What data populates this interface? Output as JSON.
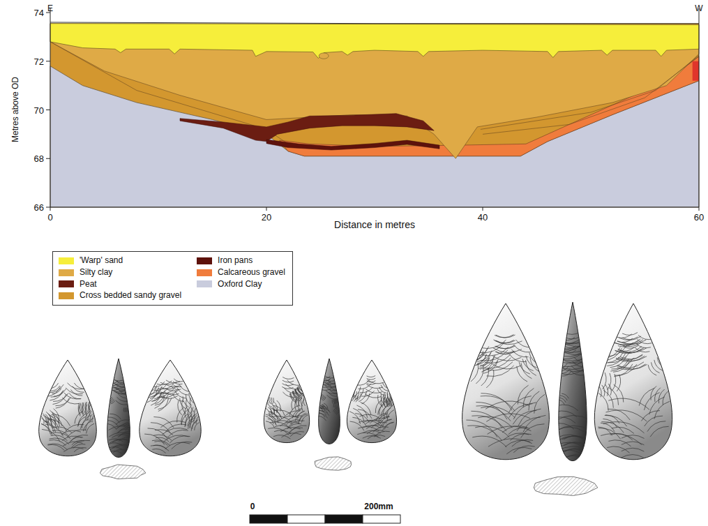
{
  "diagram": {
    "labels": [
      "E",
      "W",
      "74",
      "72",
      "70",
      "68",
      "66",
      "Metres above OD",
      "0",
      "20",
      "40",
      "60",
      "Distance in metres",
      "0",
      "200mm"
    ],
    "legend": [
      {
        "text": "'Warp' sand",
        "color": "#f6ee3b"
      },
      {
        "text": "Silty clay",
        "color": "#dfaa46"
      },
      {
        "text": "Peat",
        "color": "#6b1d12"
      },
      {
        "text": "Cross bedded sandy gravel",
        "color": "#d3972f"
      },
      {
        "text": "Iron pans",
        "color": "#5e120c"
      },
      {
        "text": "Calcareous gravel",
        "color": "#f07c3c"
      },
      {
        "text": "Oxford Clay",
        "color": "#c9ccdd"
      }
    ]
  }
}
